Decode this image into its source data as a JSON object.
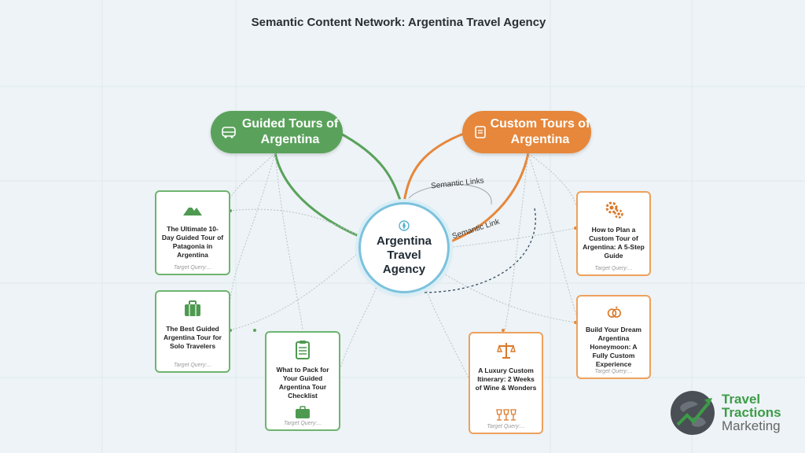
{
  "title": "Semantic Content Network: Argentina Travel Agency",
  "hub": {
    "label": "Argentina Travel Agency",
    "icon": "compass-icon"
  },
  "pillars": [
    {
      "label": "Guided Tours of Argentina",
      "icon": "bus-icon",
      "color": "#5aa25b"
    },
    {
      "label": "Custom Tours of Argentina",
      "icon": "scroll-icon",
      "color": "#e6873b"
    }
  ],
  "link_labels": {
    "semantic_links": "Semantic Links",
    "semantic_link": "Semantic Link"
  },
  "cards": [
    {
      "title": "The Ultimate 10-Day Guided Tour of Patagonia in Argentina",
      "query": "Target Query:...",
      "icon": "mountain-icon"
    },
    {
      "title": "The Best Guided Argentina Tour for Solo Travelers",
      "query": "Target Query:...",
      "icon": "suitcase-icon"
    },
    {
      "title": "What to Pack for Your Guided Argentina Tour Checklist",
      "query": "Target Query:...",
      "icon": "clipboard-icon"
    },
    {
      "title": "How to Plan a Custom Tour of Argentina: A 5-Step Guide",
      "query": "Target Query:...",
      "icon": "gears-icon"
    },
    {
      "title": "Build Your Dream Argentina Honeymoon: A Fully Custom Experience",
      "query": "Target Query:...",
      "icon": "rings-icon"
    },
    {
      "title": "A Luxury Custom Itinerary: 2 Weeks of Wine & Wonders",
      "query": "Target Query:...",
      "icon": "scales-icon"
    }
  ],
  "logo": {
    "line1": "Travel",
    "line2": "Tractions",
    "line3": "Marketing"
  }
}
